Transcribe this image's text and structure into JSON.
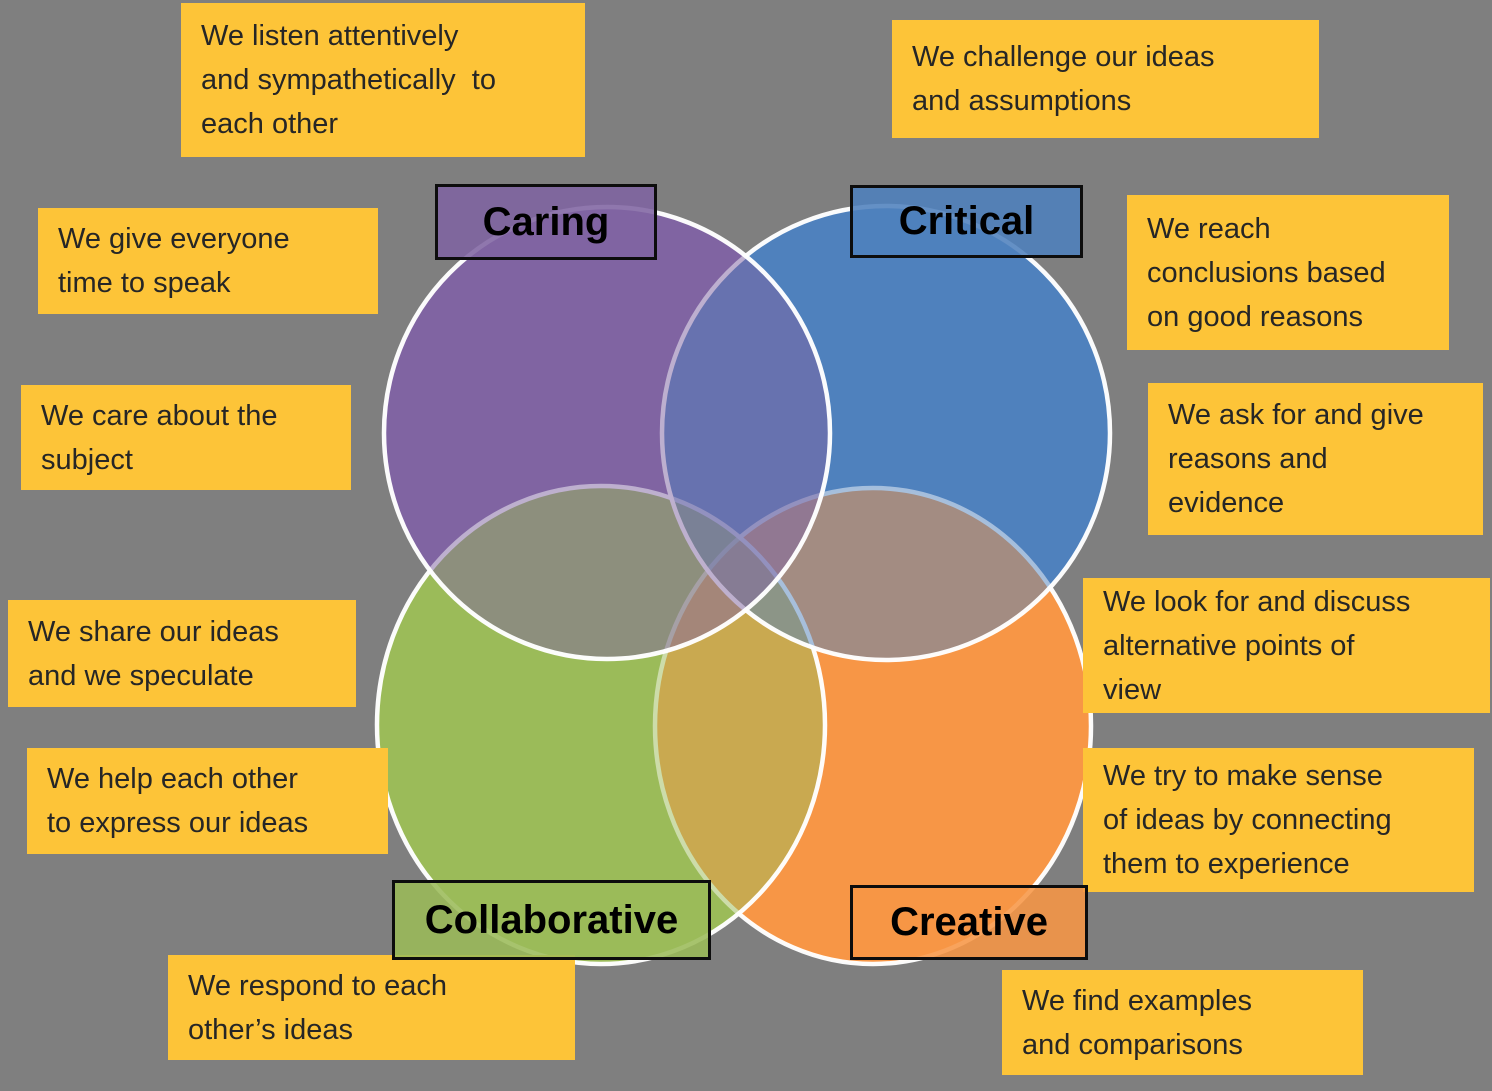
{
  "colors": {
    "background": "#7F7F7F",
    "note_background": "#FDC438",
    "note_text": "#262626",
    "caring": "#8064A2",
    "critical": "#4F81BD",
    "collaborative": "#9BBB59",
    "creative": "#F79646",
    "circle_outline": "#FFFFFF",
    "label_border": "#0D0D0D",
    "label_text": "#000000"
  },
  "venn_sets": [
    {
      "name": "Caring",
      "color": "#8064A2"
    },
    {
      "name": "Critical",
      "color": "#4F81BD"
    },
    {
      "name": "Collaborative",
      "color": "#9BBB59"
    },
    {
      "name": "Creative",
      "color": "#F79646"
    }
  ],
  "notes": [
    {
      "id": "listen",
      "lines": [
        "We listen attentively",
        "and sympathetically  to",
        "each other"
      ]
    },
    {
      "id": "challenge",
      "lines": [
        "We challenge our ideas",
        "and assumptions"
      ]
    },
    {
      "id": "time",
      "lines": [
        "We give everyone",
        "time to speak"
      ]
    },
    {
      "id": "subject",
      "lines": [
        "We care about the",
        "subject"
      ]
    },
    {
      "id": "share",
      "lines": [
        "We share our ideas",
        "and we speculate"
      ]
    },
    {
      "id": "help",
      "lines": [
        "We help each other",
        "to express our ideas"
      ]
    },
    {
      "id": "conclusions",
      "lines": [
        "We reach",
        "conclusions based",
        "on good reasons"
      ]
    },
    {
      "id": "reasons",
      "lines": [
        "We ask for and give",
        "reasons and",
        "evidence"
      ]
    },
    {
      "id": "alternative",
      "lines": [
        "We look for and discuss",
        "alternative points of",
        "view"
      ]
    },
    {
      "id": "sense",
      "lines": [
        "We try to make sense",
        "of ideas by connecting",
        "them to experience"
      ]
    },
    {
      "id": "respond",
      "lines": [
        "We respond to each",
        "other’s ideas"
      ]
    },
    {
      "id": "examples",
      "lines": [
        "We find examples",
        "and comparisons"
      ]
    }
  ]
}
